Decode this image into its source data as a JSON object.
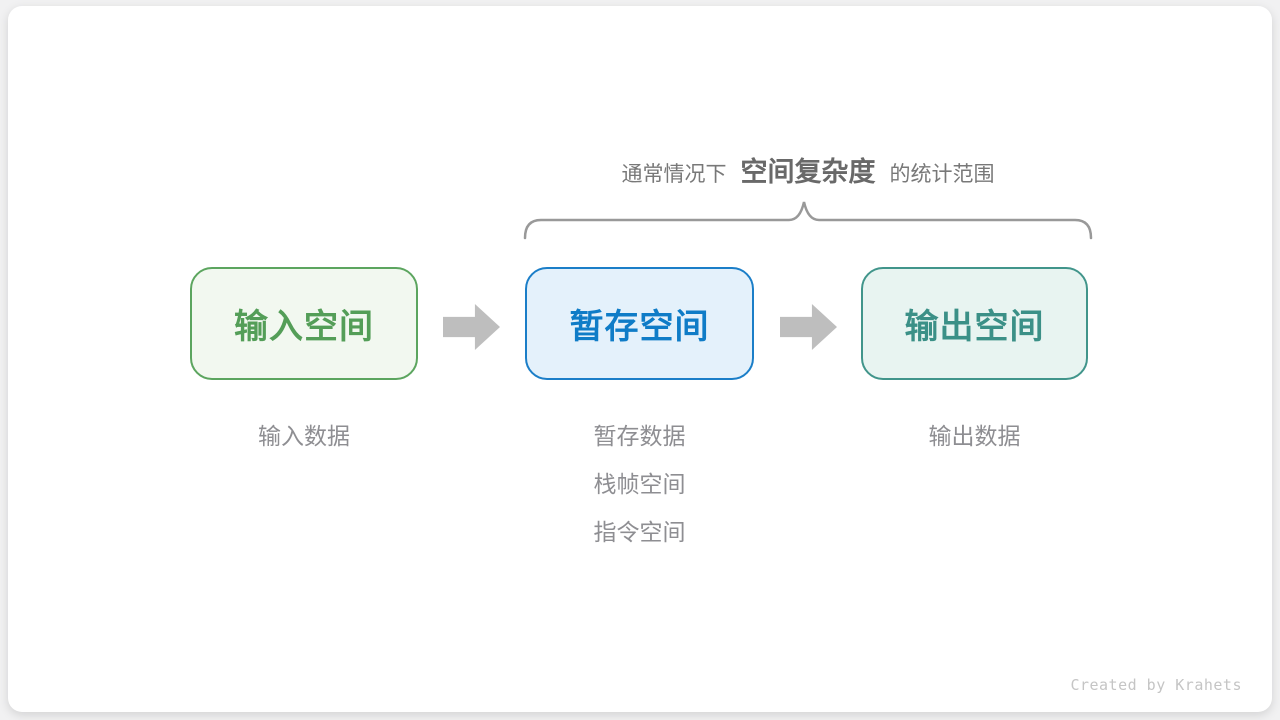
{
  "annotation": {
    "prefix": "通常情况下",
    "highlight": "空间复杂度",
    "suffix": "的统计范围"
  },
  "nodes": [
    {
      "label": "输入空间",
      "border": "#5CA55F",
      "bg": "#F2F8F0",
      "text": "#549E58"
    },
    {
      "label": "暂存空间",
      "border": "#1B7EC8",
      "bg": "#E4F1FB",
      "text": "#0F7CC7"
    },
    {
      "label": "输出空间",
      "border": "#41958B",
      "bg": "#E8F4F1",
      "text": "#3B9087"
    }
  ],
  "sublabels": {
    "input": [
      "输入数据"
    ],
    "temp": [
      "暂存数据",
      "栈帧空间",
      "指令空间"
    ],
    "output": [
      "输出数据"
    ]
  },
  "colors": {
    "arrow": "#BEBEBE",
    "brace": "#999999",
    "label_text": "#8E8E92",
    "title_text": "#787878",
    "title_highlight": "#696969"
  },
  "footer": {
    "credit": "Created by Krahets"
  }
}
